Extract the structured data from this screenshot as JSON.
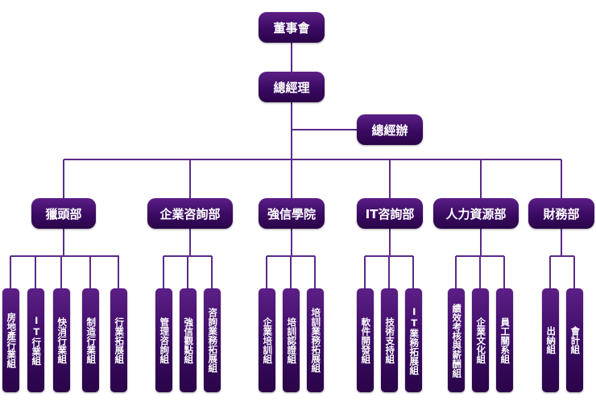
{
  "org": {
    "board": "董事會",
    "gm": "總經理",
    "gm_office": "總經辦",
    "departments": [
      {
        "name": "獵頭部",
        "groups": [
          "房地產行業組",
          "IT行業組",
          "快消行業組",
          "制造行業組",
          "行業拓展組"
        ]
      },
      {
        "name": "企業咨詢部",
        "groups": [
          "管理咨詢組",
          "強信觀點組",
          "咨詢業務拓展組"
        ]
      },
      {
        "name": "強信學院",
        "groups": [
          "企業培訓組",
          "培訓認證組",
          "培訓業務拓展組"
        ]
      },
      {
        "name": "IT咨詢部",
        "groups": [
          "軟件開發組",
          "技術支持組",
          "IT業務拓展組"
        ]
      },
      {
        "name": "人力資源部",
        "groups": [
          "績效考核與薪酬組",
          "企業文化組",
          "員工關系組"
        ]
      },
      {
        "name": "財務部",
        "groups": [
          "出納組",
          "會計組"
        ]
      }
    ]
  },
  "colors": {
    "node": "#3a0a62",
    "line": "#5a2a8a",
    "text": "#ffffff"
  }
}
